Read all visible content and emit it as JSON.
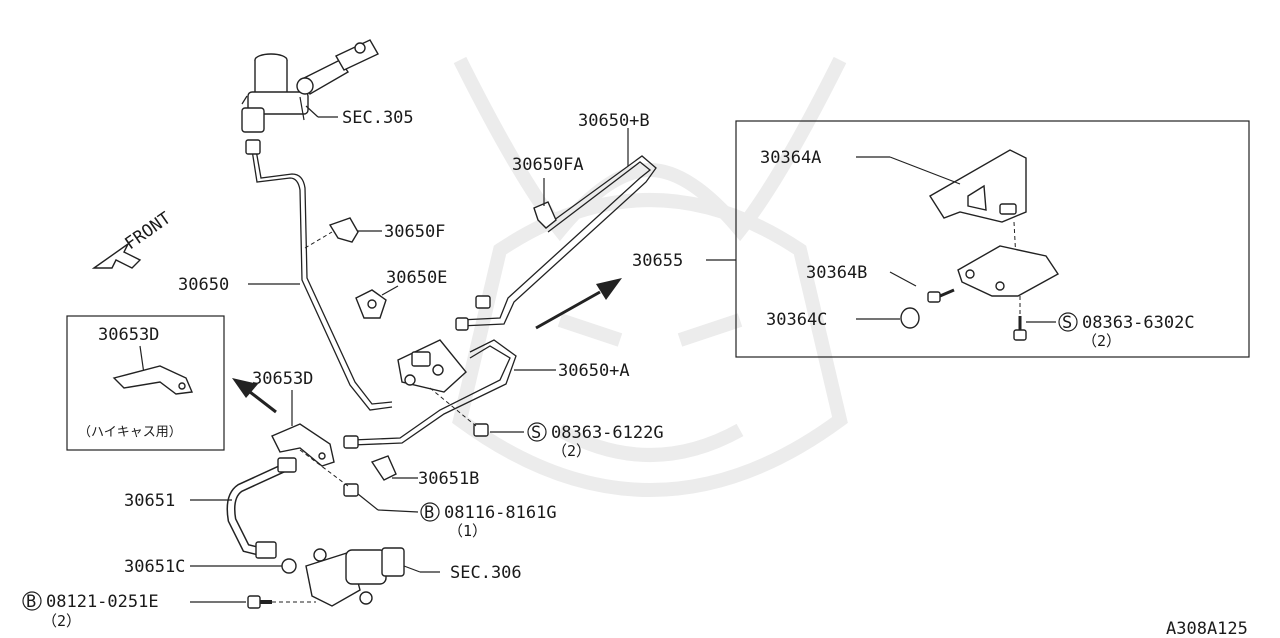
{
  "diagram_id": "A308A125",
  "labels": {
    "sec305": "SEC.305",
    "p30650": "30650",
    "p30650F": "30650F",
    "p30650E": "30650E",
    "p30650FA": "30650FA",
    "p30650B": "30650+B",
    "p30650A": "30650+A",
    "p30655": "30655",
    "p30653D_box": "30653D",
    "p30653D": "30653D",
    "box_note": "（ハイキャス用）",
    "p30651": "30651",
    "p30651B": "30651B",
    "p30651C": "30651C",
    "sec306": "SEC.306",
    "front": "FRONT",
    "p30364A": "30364A",
    "p30364B": "30364B",
    "p30364C": "30364C"
  },
  "fasteners": [
    {
      "prefix": "S",
      "part": "08363-6122G",
      "qty": "（2）"
    },
    {
      "prefix": "B",
      "part": "08116-8161G",
      "qty": "（1）"
    },
    {
      "prefix": "B",
      "part": "08121-0251E",
      "qty": "（2）"
    },
    {
      "prefix": "S",
      "part": "08363-6302C",
      "qty": "（2）"
    }
  ]
}
